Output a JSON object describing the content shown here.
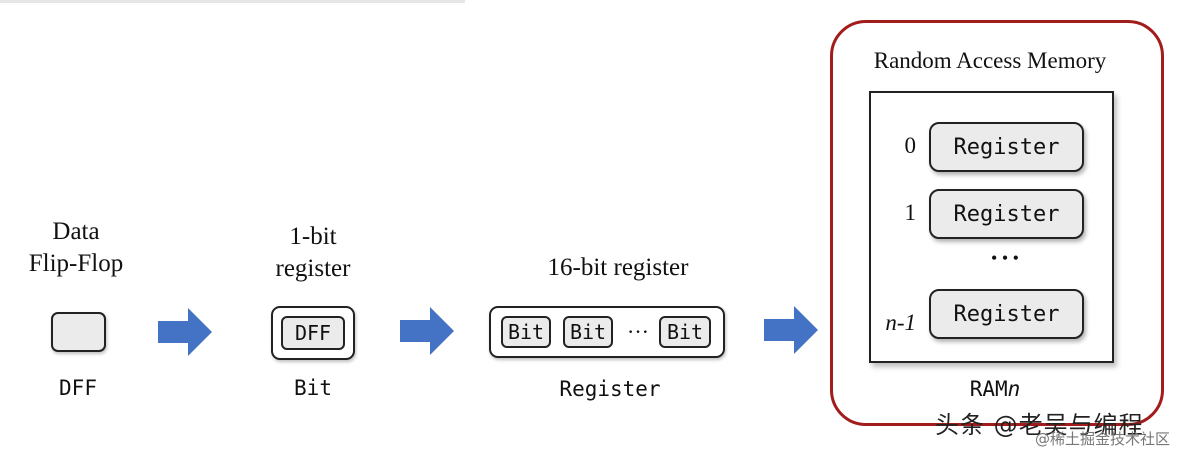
{
  "stages": {
    "dff": {
      "title_line1": "Data",
      "title_line2": "Flip-Flop",
      "caption": "DFF"
    },
    "bit": {
      "title_line1": "1-bit",
      "title_line2": "register",
      "inner_label": "DFF",
      "caption": "Bit"
    },
    "register": {
      "title": "16-bit register",
      "bit_label": "Bit",
      "ellipsis": "···",
      "caption": "Register"
    },
    "ram": {
      "title": "Random Access Memory",
      "rows": [
        {
          "index": "0",
          "label": "Register"
        },
        {
          "index": "1",
          "label": "Register"
        },
        {
          "index": "n-1",
          "label": "Register"
        }
      ],
      "ellipsis": "• • •",
      "caption_prefix": "RAM",
      "caption_suffix": "n"
    }
  },
  "colors": {
    "arrow": "#4472c4",
    "ram_border": "#a31c1c",
    "chip_fill": "#ebebeb"
  },
  "watermark": {
    "main": "头条 @老吴与编程",
    "sub": "@稀土掘金技术社区"
  }
}
